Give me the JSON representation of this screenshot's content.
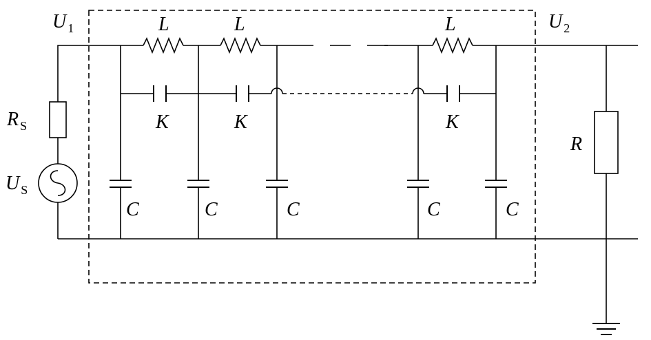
{
  "labels": {
    "u1": "U",
    "u1_sub": "1",
    "u2": "U",
    "u2_sub": "2",
    "rs": "R",
    "rs_sub": "S",
    "us": "U",
    "us_sub": "S",
    "r": "R",
    "l1": "L",
    "l2": "L",
    "l3": "L",
    "k1": "K",
    "k2": "K",
    "k3": "K",
    "c1": "C",
    "c2": "C",
    "c3": "C",
    "c4": "C",
    "c5": "C"
  }
}
